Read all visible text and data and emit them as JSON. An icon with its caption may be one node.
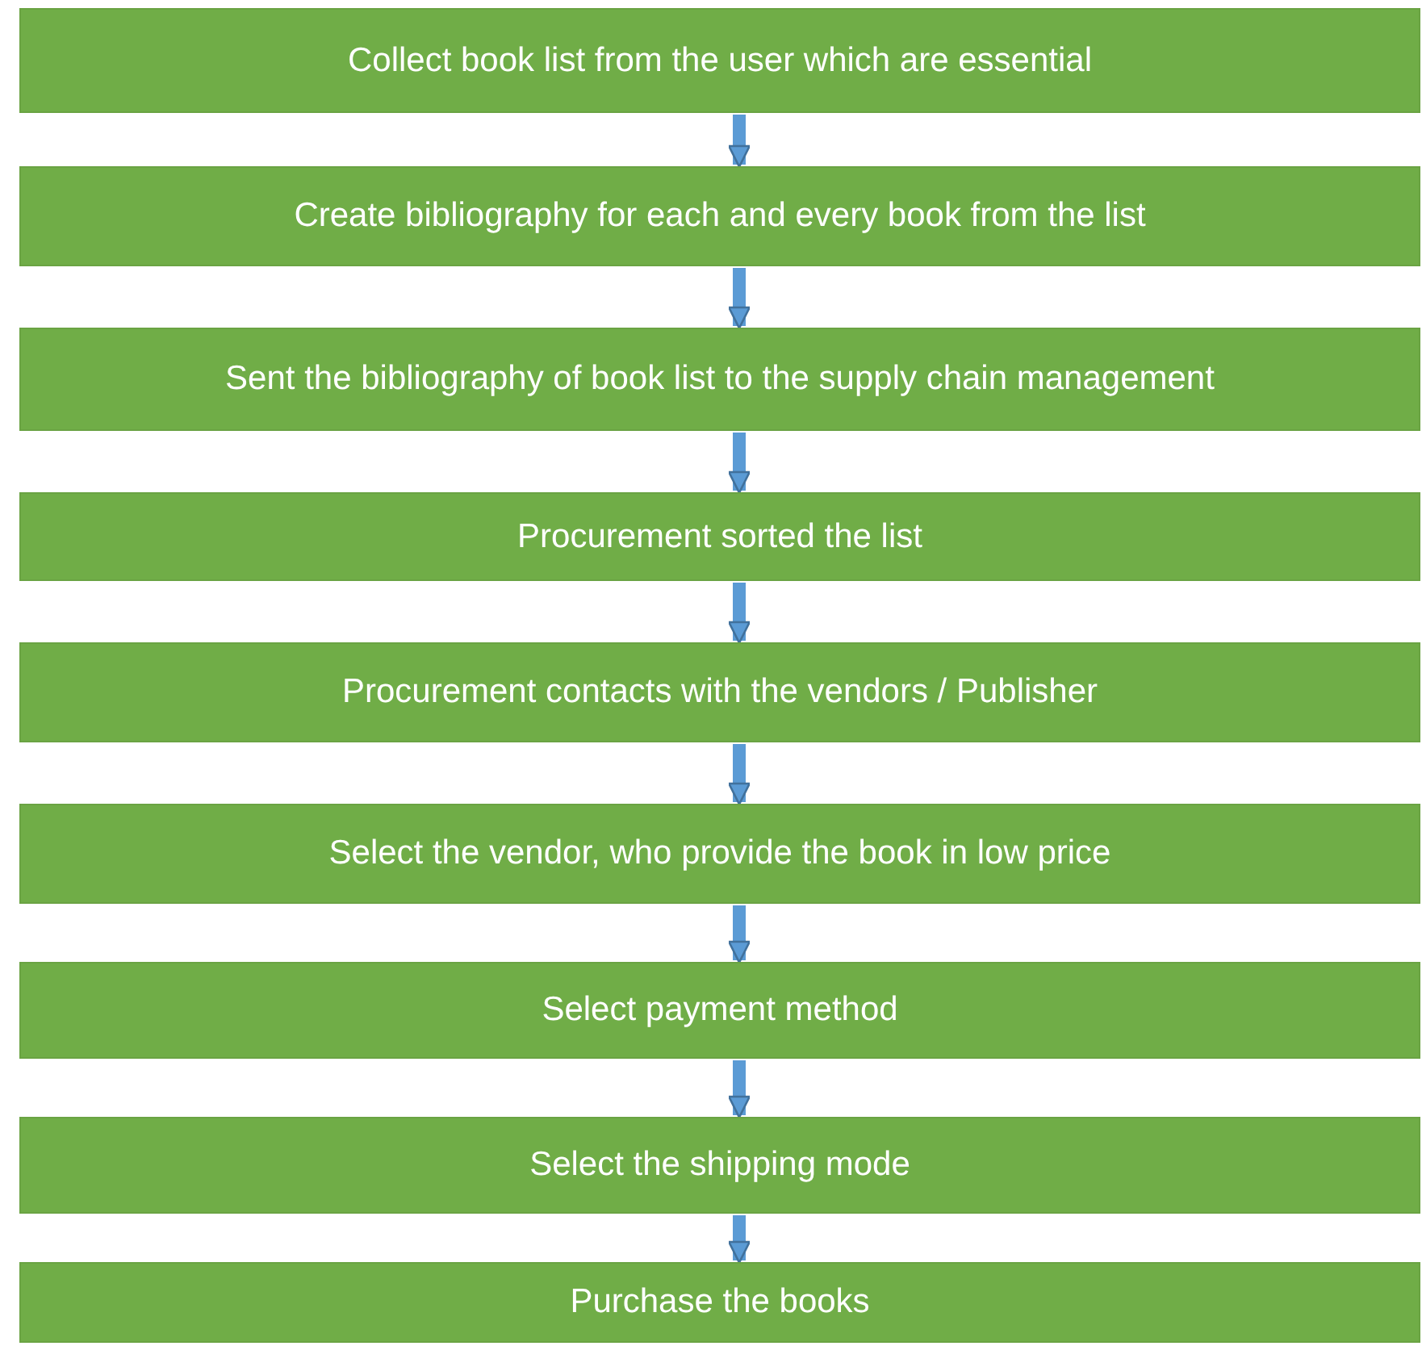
{
  "diagram": {
    "nodes": [
      {
        "text": [
          "Collect book list from the user which are essential"
        ]
      },
      {
        "text": [
          "Create bibliography for each and every book from the list"
        ]
      },
      {
        "text": [
          "Sent the bibliography of book list to the supply chain management"
        ]
      },
      {
        "text": [
          "Procurement sorted the list"
        ]
      },
      {
        "text": [
          "Procurement contacts with the vendors / Publisher"
        ]
      },
      {
        "text": [
          "Select the vendor, who provide the book in low price"
        ]
      },
      {
        "text": [
          "Select payment method"
        ]
      },
      {
        "text": [
          "Select the shipping mode"
        ]
      },
      {
        "text": [
          "Purchase the books"
        ]
      }
    ],
    "edges": [
      {
        "from": 0,
        "to": 1,
        "arrow": "to"
      },
      {
        "from": 1,
        "to": 2,
        "arrow": "to"
      },
      {
        "from": 2,
        "to": 3,
        "arrow": "to"
      },
      {
        "from": 3,
        "to": 4,
        "arrow": "to"
      },
      {
        "from": 4,
        "to": 5,
        "arrow": "to"
      },
      {
        "from": 5,
        "to": 6,
        "arrow": "to"
      },
      {
        "from": 6,
        "to": 7,
        "arrow": "to"
      },
      {
        "from": 7,
        "to": 8,
        "arrow": "to"
      }
    ]
  }
}
